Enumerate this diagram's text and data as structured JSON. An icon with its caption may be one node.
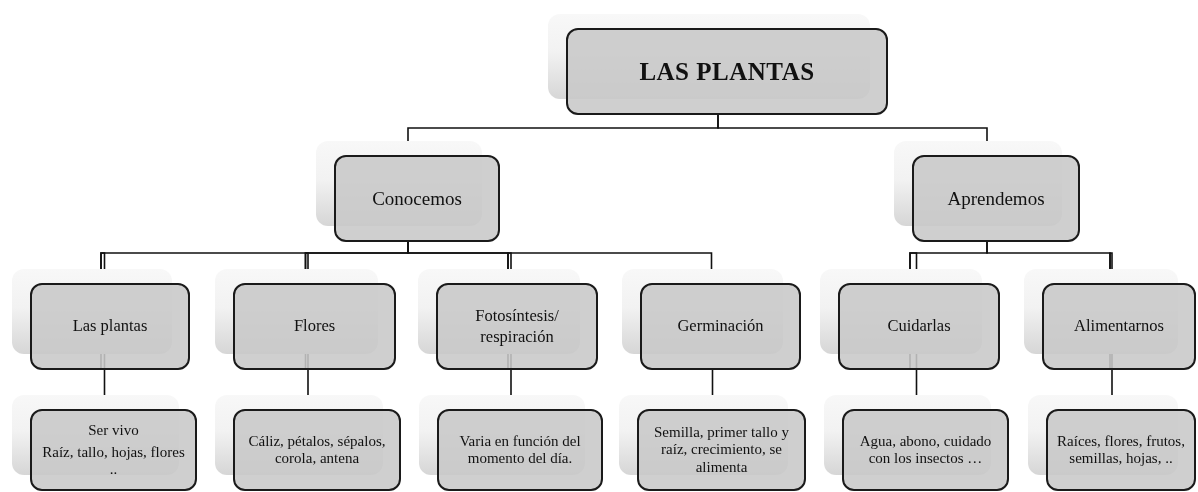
{
  "diagram": {
    "nodes": [
      {
        "text": [
          "LAS PLANTAS"
        ]
      },
      {
        "text": [
          "Conocemos"
        ]
      },
      {
        "text": [
          "Aprendemos"
        ]
      },
      {
        "text": [
          "Las plantas"
        ]
      },
      {
        "text": [
          "Flores"
        ]
      },
      {
        "text": [
          "Fotosíntesis/ respiración"
        ]
      },
      {
        "text": [
          "Germinación"
        ]
      },
      {
        "text": [
          "Cuidarlas"
        ]
      },
      {
        "text": [
          "Alimentarnos"
        ]
      },
      {
        "text": [
          "Ser vivo",
          "Raíz, tallo, hojas, flores .."
        ]
      },
      {
        "text": [
          "Cáliz, pétalos, sépalos, corola, antena"
        ]
      },
      {
        "text": [
          "Varia en función del momento del día."
        ]
      },
      {
        "text": [
          "Semilla, primer tallo y raíz, crecimiento, se alimenta"
        ]
      },
      {
        "text": [
          "Agua, abono, cuidado con los insectos …"
        ]
      },
      {
        "text": [
          "Raíces, flores, frutos, semillas, hojas, .."
        ]
      }
    ],
    "edges": [
      {
        "from": 0,
        "to": 1,
        "arrow": "none"
      },
      {
        "from": 0,
        "to": 2,
        "arrow": "none"
      },
      {
        "from": 1,
        "to": 3,
        "arrow": "none"
      },
      {
        "from": 1,
        "to": 4,
        "arrow": "none"
      },
      {
        "from": 1,
        "to": 5,
        "arrow": "none"
      },
      {
        "from": 1,
        "to": 6,
        "arrow": "none"
      },
      {
        "from": 2,
        "to": 7,
        "arrow": "none"
      },
      {
        "from": 2,
        "to": 8,
        "arrow": "none"
      },
      {
        "from": 3,
        "to": 9,
        "arrow": "none"
      },
      {
        "from": 4,
        "to": 10,
        "arrow": "none"
      },
      {
        "from": 5,
        "to": 11,
        "arrow": "none"
      },
      {
        "from": 6,
        "to": 12,
        "arrow": "none"
      },
      {
        "from": 7,
        "to": 13,
        "arrow": "none"
      },
      {
        "from": 8,
        "to": 14,
        "arrow": "none"
      }
    ]
  }
}
